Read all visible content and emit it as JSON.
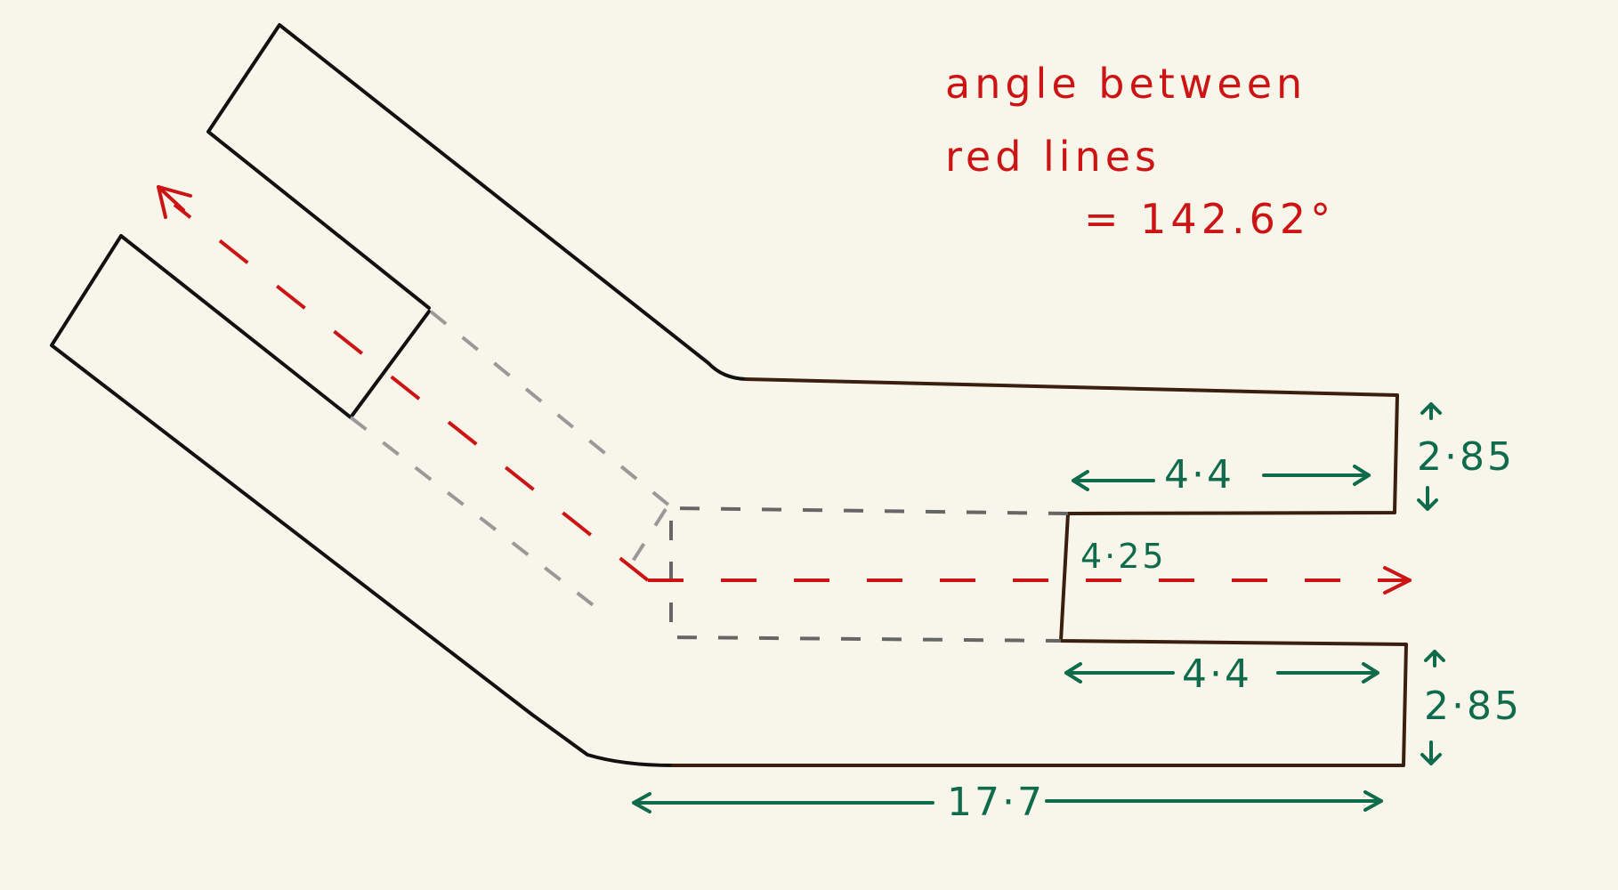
{
  "note": {
    "line1": "angle between",
    "line2": "red lines",
    "line3": "= 142.62°"
  },
  "dimensions": {
    "upper_slot_depth": "4·4",
    "upper_prong_width": "2·85",
    "gap_width": "4·25",
    "lower_slot_depth": "4·4",
    "lower_prong_width": "2·85",
    "total_length": "17·7"
  },
  "colors": {
    "axis": "#cc1414",
    "dimension": "#0f6b4c",
    "outline": "#111111",
    "hidden": "#888888",
    "background": "#f8f6ea"
  }
}
